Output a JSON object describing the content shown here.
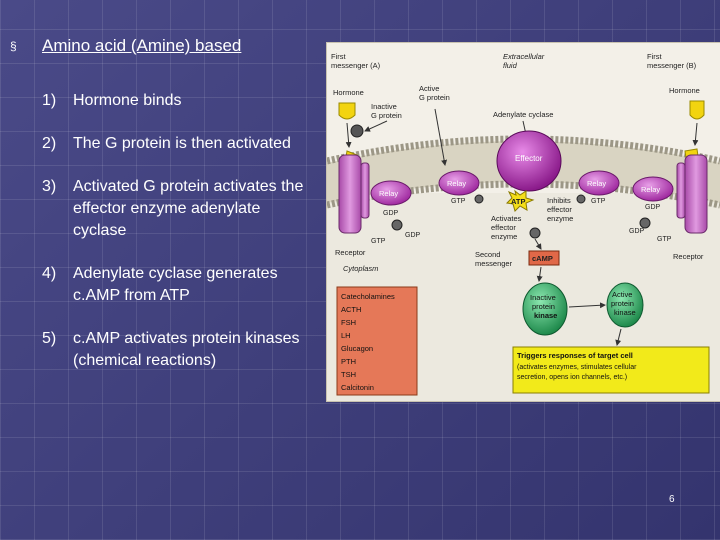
{
  "slide": {
    "bullet": "§",
    "title": "Amino acid (Amine) based",
    "steps": [
      {
        "num": "1)",
        "text": "Hormone binds"
      },
      {
        "num": "2)",
        "text": "The G protein is then activated"
      },
      {
        "num": "3)",
        "text": "Activated G protein activates the effector enzyme adenylate cyclase"
      },
      {
        "num": "4)",
        "text": "Adenylate cyclase generates c.AMP from ATP"
      },
      {
        "num": "5)",
        "text": "c.AMP activates protein kinases (chemical reactions)"
      }
    ],
    "page_number": "6"
  },
  "figure": {
    "first_messenger_a": "First messenger (A)",
    "first_messenger_b": "First messenger (B)",
    "extracellular_fluid": "Extracellular fluid",
    "hormone_left": "Hormone",
    "hormone_right": "Hormone",
    "inactive_g_protein": "Inactive G protein",
    "active_g_protein": "Active G protein",
    "adenylate_cyclase": "Adenylate cyclase",
    "effector": "Effector",
    "relay": "Relay",
    "gdp": "GDP",
    "gtp": "GTP",
    "atp": "ATP",
    "activates_effector_enzyme": "Activates effector enzyme",
    "inhibits_effector_enzyme": "Inhibits effector enzyme",
    "receptor": "Receptor",
    "cytoplasm": "Cytoplasm",
    "second_messenger": "Second messenger",
    "camp": "cAMP",
    "inactive_protein_kinase": "Inactive protein kinase",
    "active_protein_kinase": "Active protein kinase",
    "hormone_list": [
      "Catecholamines",
      "ACTH",
      "FSH",
      "LH",
      "Glucagon",
      "PTH",
      "TSH",
      "Calcitonin"
    ],
    "response_title": "Triggers responses of target cell",
    "response_text": "(activates enzymes, stimulates cellular secretion, opens ion channels, etc.)",
    "colors": {
      "membrane_head": "#b8b4a4",
      "receptor": "#d07ad0",
      "effector": "#b431b4",
      "relay": "#c04ac0",
      "kinase": "#2fa865",
      "atp": "#f4de1a",
      "hormone": "#f2d410",
      "list_box": "#e57858",
      "response_box": "#f2ea1a"
    }
  }
}
